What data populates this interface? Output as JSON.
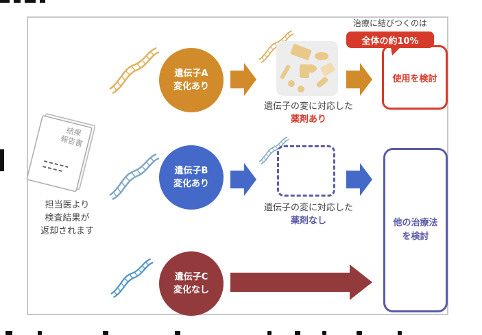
{
  "diagram": {
    "report": {
      "document_title_lines": [
        "結果",
        "報告書"
      ],
      "caption_lines": [
        "担当医より",
        "検査結果が",
        "返却されます"
      ]
    },
    "rows": [
      {
        "id": "gene-a",
        "circle_lines": [
          "遺伝子A",
          "変化あり"
        ],
        "color": "#d18b2a",
        "caption_line1": "遺伝子の変に対応した",
        "caption_line2": "薬剤あり",
        "caption_line2_color": "#d63a2a"
      },
      {
        "id": "gene-b",
        "circle_lines": [
          "遺伝子B",
          "変化あり"
        ],
        "color": "#4469c8",
        "caption_line1": "遺伝子の変に対応した",
        "caption_line2": "薬剤なし",
        "caption_line2_color": "#5a5aa8"
      },
      {
        "id": "gene-c",
        "circle_lines": [
          "遺伝子C",
          "変化なし"
        ],
        "color": "#933a3c"
      }
    ],
    "outcomes": {
      "use": {
        "label": "使用を検討",
        "color": "#d63a2a",
        "callout_label": "治療に結びつくのは",
        "callout_badge": "全体の約10%"
      },
      "other": {
        "label_lines": [
          "他の治療法",
          "を検討"
        ],
        "color": "#5a5aa8"
      }
    }
  }
}
